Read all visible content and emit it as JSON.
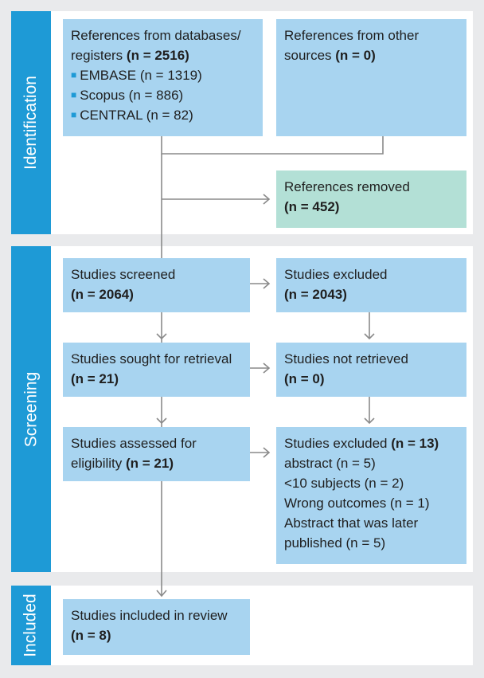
{
  "phases": {
    "identification": "Identification",
    "screening": "Screening",
    "included": "Included"
  },
  "boxes": {
    "db_refs": {
      "text": "References from databases/ registers",
      "n": "(n = 2516)",
      "sources": [
        "EMBASE (n = 1319)",
        "Scopus (n = 886)",
        "CENTRAL (n = 82)"
      ]
    },
    "other_refs": {
      "text": "References from other sources",
      "n": "(n = 0)"
    },
    "removed": {
      "text": "References removed",
      "n": "(n = 452)"
    },
    "screened": {
      "text": "Studies screened",
      "n": "(n = 2064)"
    },
    "excluded1": {
      "text": "Studies excluded",
      "n": "(n = 2043)"
    },
    "sought": {
      "text": "Studies sought for retrieval",
      "n": "(n = 21)"
    },
    "not_retrieved": {
      "text": "Studies not retrieved",
      "n": "(n = 0)"
    },
    "assessed": {
      "text": "Studies assessed for eligibility",
      "n": "(n = 21)"
    },
    "excluded2": {
      "text": "Studies excluded",
      "n": "(n = 13)",
      "reasons": [
        "abstract (n = 5)",
        "<10 subjects (n = 2)",
        "Wrong outcomes (n = 1)",
        "Abstract that was later published (n = 5)"
      ]
    },
    "included": {
      "text": "Studies included in review",
      "n": "(n = 8)"
    }
  }
}
